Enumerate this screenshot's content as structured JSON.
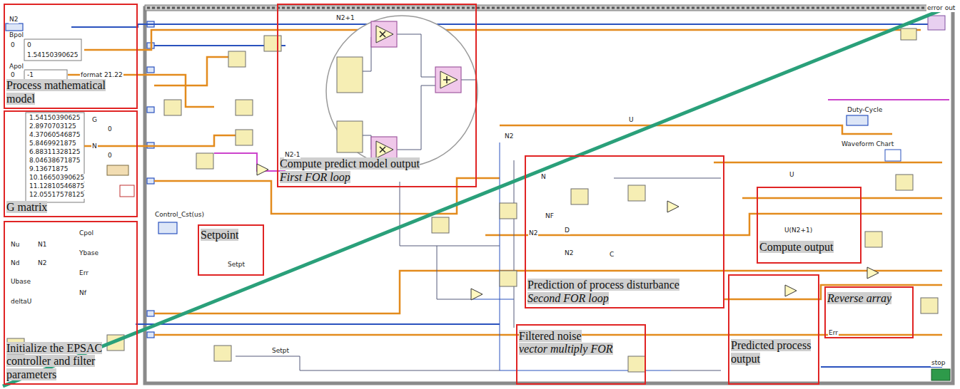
{
  "diagram": {
    "nodes": [
      {
        "text": [
          "Process mathematical model"
        ]
      },
      {
        "text": [
          "G matrix"
        ]
      },
      {
        "text": [
          "Initialize the EPSAC controller and filter parameters"
        ]
      },
      {
        "text": [
          "Compute predict model output",
          "First FOR loop"
        ]
      },
      {
        "text": [
          "Setpoint"
        ]
      },
      {
        "text": [
          "Prediction of process disturbance",
          "Second FOR loop"
        ]
      },
      {
        "text": [
          "Compute output"
        ]
      },
      {
        "text": [
          "Filtered noise",
          "vector multiply FOR"
        ]
      },
      {
        "text": [
          "Predicted process output"
        ]
      },
      {
        "text": [
          "Reverse array"
        ]
      }
    ],
    "labels": [
      "N2",
      "Bpol",
      "0",
      "0",
      "1.54150390625",
      "Apol",
      "0",
      "-1",
      "format 21.22",
      "1.54150390625",
      "2.8970703125",
      "4.37060546875",
      "5.8469921875",
      "6.88311328125",
      "8.04638671875",
      "9.13671875",
      "10.16650390625",
      "11.12810546875",
      "12.05517578125",
      "G",
      "0",
      "N",
      "0",
      "Nu",
      "N1",
      "Nd",
      "N2",
      "Ubase",
      "deltaU",
      "Cpol",
      "Ybase",
      "Err",
      "Nf",
      "N2+1",
      "N2-1",
      "Control_Cst(us)",
      "Setpt",
      "Setpt",
      "U",
      "N2",
      "N",
      "N2",
      "NF",
      "D",
      "N2",
      "C",
      "U",
      "U(N2+1)",
      "Duty-Cycle",
      "Waveform Chart",
      "error out",
      "Err",
      "stop"
    ]
  }
}
